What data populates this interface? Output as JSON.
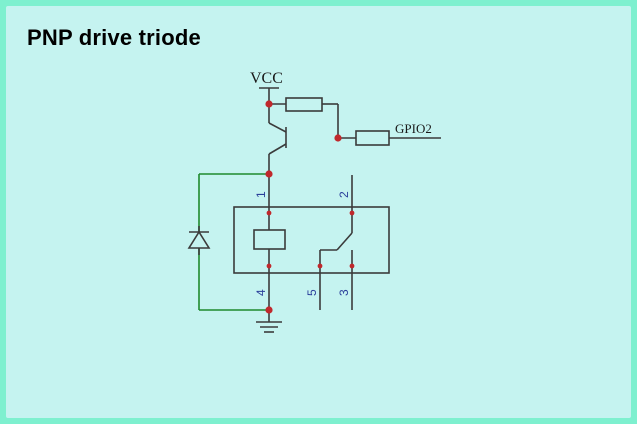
{
  "title": "PNP drive triode",
  "labels": {
    "vcc": "VCC",
    "gpio": "GPIO2"
  },
  "pins": {
    "coil_top": "1",
    "switch_top": "2",
    "coil_bottom": "4",
    "switch_nc": "5",
    "switch_com": "3"
  },
  "colors": {
    "wire": "#3b3b3b",
    "green_wire": "#1f8a2e",
    "junction": "#c0282c",
    "pin_number": "#2a3f9a",
    "background": "#c5f3f0",
    "border": "#7ef0cf"
  }
}
